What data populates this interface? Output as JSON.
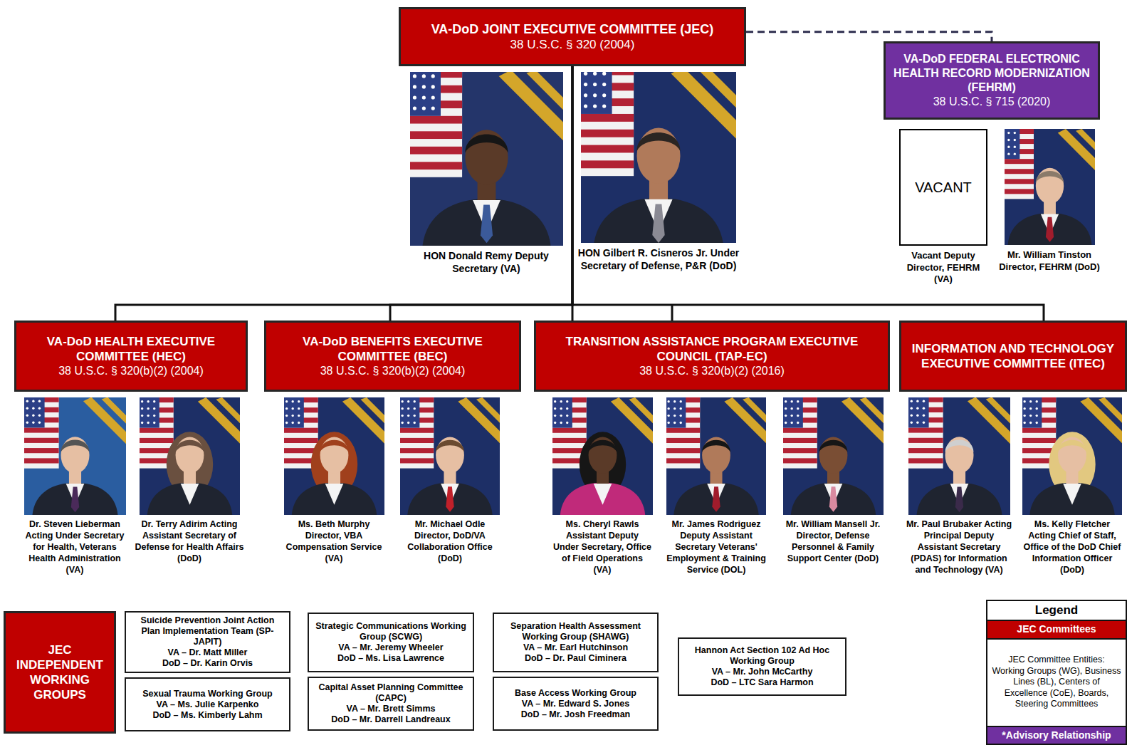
{
  "diagram": {
    "nodes": [
      {
        "text": [
          "VA-DoD JOINT EXECUTIVE COMMITTEE (JEC)",
          "38 U.S.C. § 320 (2004)"
        ]
      },
      {
        "text": [
          "VA-DoD FEDERAL ELECTRONIC HEALTH RECORD MODERNIZATION (FEHRM)",
          "38 U.S.C. § 715 (2020)"
        ]
      },
      {
        "text": [
          "HON Donald Remy Deputy Secretary (VA)"
        ]
      },
      {
        "text": [
          "HON Gilbert R. Cisneros Jr. Under Secretary of Defense, P&R (DoD)"
        ]
      },
      {
        "text": [
          "VACANT",
          "Vacant Deputy Director, FEHRM (VA)"
        ]
      },
      {
        "text": [
          "Mr. William Tinston Director, FEHRM (DoD)"
        ]
      },
      {
        "text": [
          "VA-DoD HEALTH EXECUTIVE COMMITTEE (HEC)",
          "38 U.S.C. § 320(b)(2) (2004)"
        ]
      },
      {
        "text": [
          "VA-DoD BENEFITS EXECUTIVE COMMITTEE (BEC)",
          "38 U.S.C. § 320(b)(2) (2004)"
        ]
      },
      {
        "text": [
          "TRANSITION ASSISTANCE PROGRAM EXECUTIVE COUNCIL (TAP-EC)",
          "38 U.S.C. § 320(b)(2) (2016)"
        ]
      },
      {
        "text": [
          "INFORMATION AND TECHNOLOGY EXECUTIVE COMMITTEE (ITEC)"
        ]
      },
      {
        "text": [
          "Dr. Steven Lieberman Acting Under Secretary for Health, Veterans Health Administration (VA)"
        ]
      },
      {
        "text": [
          "Dr. Terry Adirim Acting Assistant Secretary of Defense for Health Affairs (DoD)"
        ]
      },
      {
        "text": [
          "Ms. Beth Murphy Director, VBA Compensation Service (VA)"
        ]
      },
      {
        "text": [
          "Mr. Michael Odle Director, DoD/VA Collaboration Office (DoD)"
        ]
      },
      {
        "text": [
          "Ms. Cheryl Rawls Assistant Deputy Under Secretary, Office of Field Operations (VA)"
        ]
      },
      {
        "text": [
          "Mr. James Rodriguez Deputy Assistant Secretary Veterans' Employment & Training Service (DOL)"
        ]
      },
      {
        "text": [
          "Mr. William Mansell Jr. Director, Defense Personnel & Family Support Center (DoD)"
        ]
      },
      {
        "text": [
          "Mr. Paul Brubaker Acting Principal Deputy Assistant Secretary (PDAS) for Information and Technology (VA)"
        ]
      },
      {
        "text": [
          "Ms. Kelly Fletcher Acting Chief of Staff, Office of the DoD Chief Information Officer (DoD)"
        ]
      },
      {
        "text": [
          "JEC INDEPENDENT WORKING GROUPS"
        ]
      },
      {
        "text": [
          "Suicide Prevention Joint Action Plan Implementation Team (SP-JAPIT)",
          "VA – Dr. Matt Miller",
          "DoD – Dr. Karin Orvis"
        ]
      },
      {
        "text": [
          "Sexual Trauma Working Group",
          "VA – Ms. Julie Karpenko",
          "DoD – Ms. Kimberly Lahm"
        ]
      },
      {
        "text": [
          "Strategic Communications Working Group (SCWG)",
          "VA – Mr. Jeremy Wheeler",
          "DoD – Ms. Lisa Lawrence"
        ]
      },
      {
        "text": [
          "Capital Asset Planning Committee (CAPC)",
          "VA – Mr. Brett Simms",
          "DoD – Mr. Darrell Landreaux"
        ]
      },
      {
        "text": [
          "Separation Health Assessment Working Group (SHAWG)",
          "VA – Mr. Earl Hutchinson",
          "DoD – Dr. Paul Ciminera"
        ]
      },
      {
        "text": [
          "Base Access Working Group",
          "VA – Mr. Edward S. Jones",
          "DoD – Mr. Josh Freedman"
        ]
      },
      {
        "text": [
          "Hannon Act Section 102 Ad Hoc Working Group",
          "VA – Mr. John McCarthy",
          "DoD – LTC Sara Harmon"
        ]
      }
    ],
    "edges": [
      {
        "from": 0,
        "to": 6,
        "arrow": "none"
      },
      {
        "from": 0,
        "to": 7,
        "arrow": "none"
      },
      {
        "from": 0,
        "to": 8,
        "arrow": "none"
      },
      {
        "from": 0,
        "to": 9,
        "arrow": "none"
      },
      {
        "from": 0,
        "to": 1,
        "arrow": "none"
      }
    ],
    "labels": [
      "Legend"
    ],
    "legend": [
      {
        "text": "JEC Committees",
        "color": "#c00000"
      },
      {
        "text": "JEC Committee Entities: Working Groups (WG), Business Lines (BL), Centers of Excellence (CoE), Boards, Steering Committees",
        "color": "#ffffff"
      },
      {
        "text": "*Advisory Relationship",
        "color": "#7030a0"
      }
    ]
  }
}
